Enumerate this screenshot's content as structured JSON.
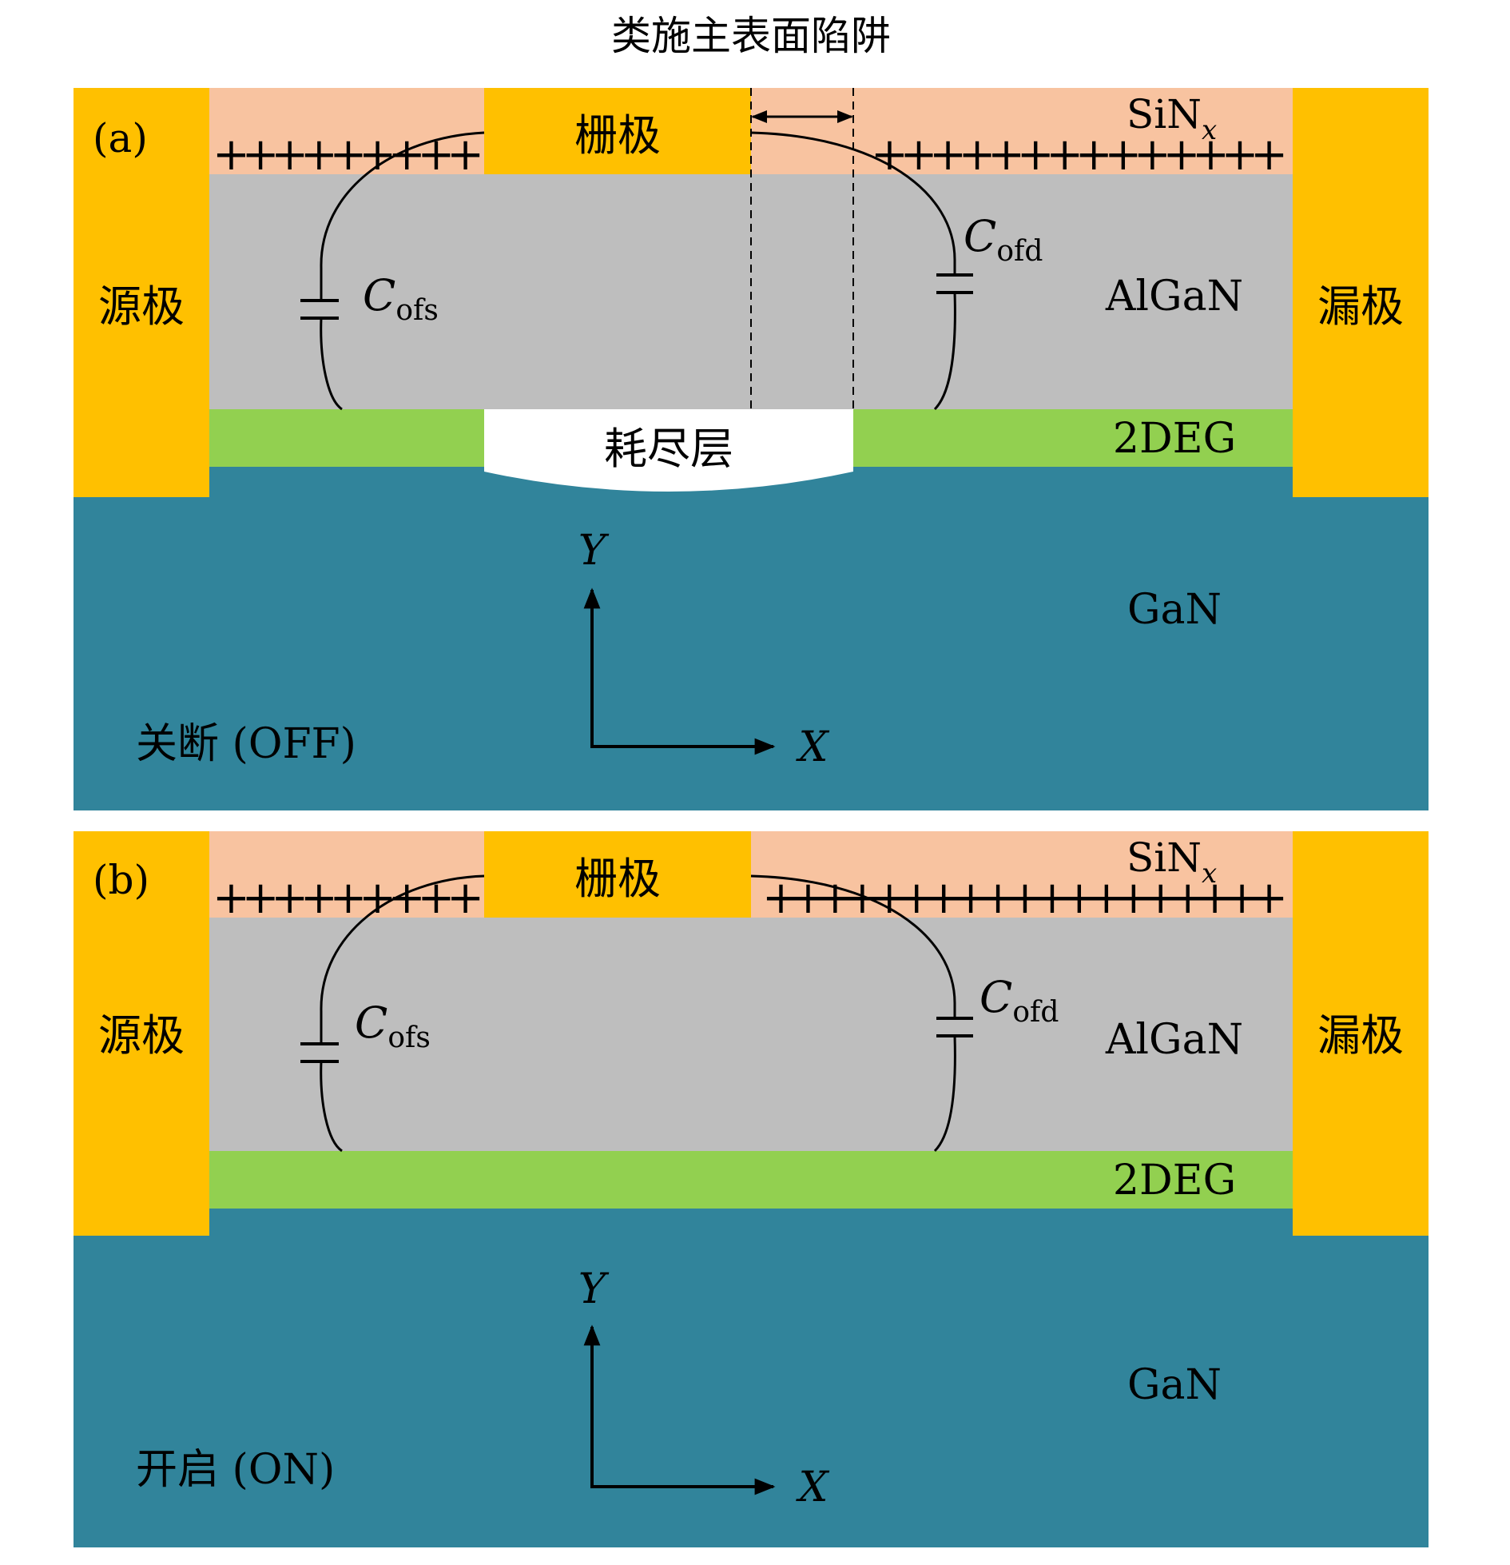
{
  "title": "类施主表面陷阱",
  "colors": {
    "electrode": "#FFC000",
    "sin": "#F8C3A0",
    "algan": "#BEBEBE",
    "deg": "#92D050",
    "gan": "#31849B",
    "depletion": "#FFFFFF",
    "line": "#000000"
  },
  "panels": [
    {
      "id": "a",
      "label": "(a)",
      "state": "关断 (OFF)",
      "source": "源极",
      "drain": "漏极",
      "gate": "栅极",
      "layers": {
        "sin_base": "SiN",
        "sin_sub": "x",
        "algan": "AlGaN",
        "deg": "2DEG",
        "gan": "GaN"
      },
      "depletion": "耗尽层",
      "cap_s": {
        "base": "C",
        "sub": "ofs"
      },
      "cap_d": {
        "base": "C",
        "sub": "ofd"
      },
      "axis": {
        "y": "Y",
        "x": "X"
      },
      "charges_left": "+++++++++",
      "charges_right": "++++++++++++++"
    },
    {
      "id": "b",
      "label": "(b)",
      "state": "开启 (ON)",
      "source": "源极",
      "drain": "漏极",
      "gate": "栅极",
      "layers": {
        "sin_base": "SiN",
        "sin_sub": "x",
        "algan": "AlGaN",
        "deg": "2DEG",
        "gan": "GaN"
      },
      "cap_s": {
        "base": "C",
        "sub": "ofs"
      },
      "cap_d": {
        "base": "C",
        "sub": "ofd"
      },
      "axis": {
        "y": "Y",
        "x": "X"
      },
      "charges_left": "+++++++++",
      "charges_right": "+++++++++++++++++++"
    }
  ]
}
